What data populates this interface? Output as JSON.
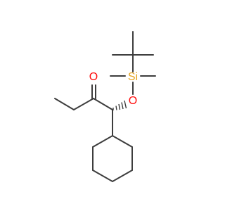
{
  "molecule": {
    "atoms": {
      "oxygen_carbonyl": {
        "label": "O",
        "color": "#ff0d0d"
      },
      "oxygen_ether": {
        "label": "O",
        "color": "#ff0d0d"
      },
      "silicon": {
        "label": "Si",
        "color": "#e6a41f"
      }
    },
    "bond_color": "#3d3d3d"
  }
}
